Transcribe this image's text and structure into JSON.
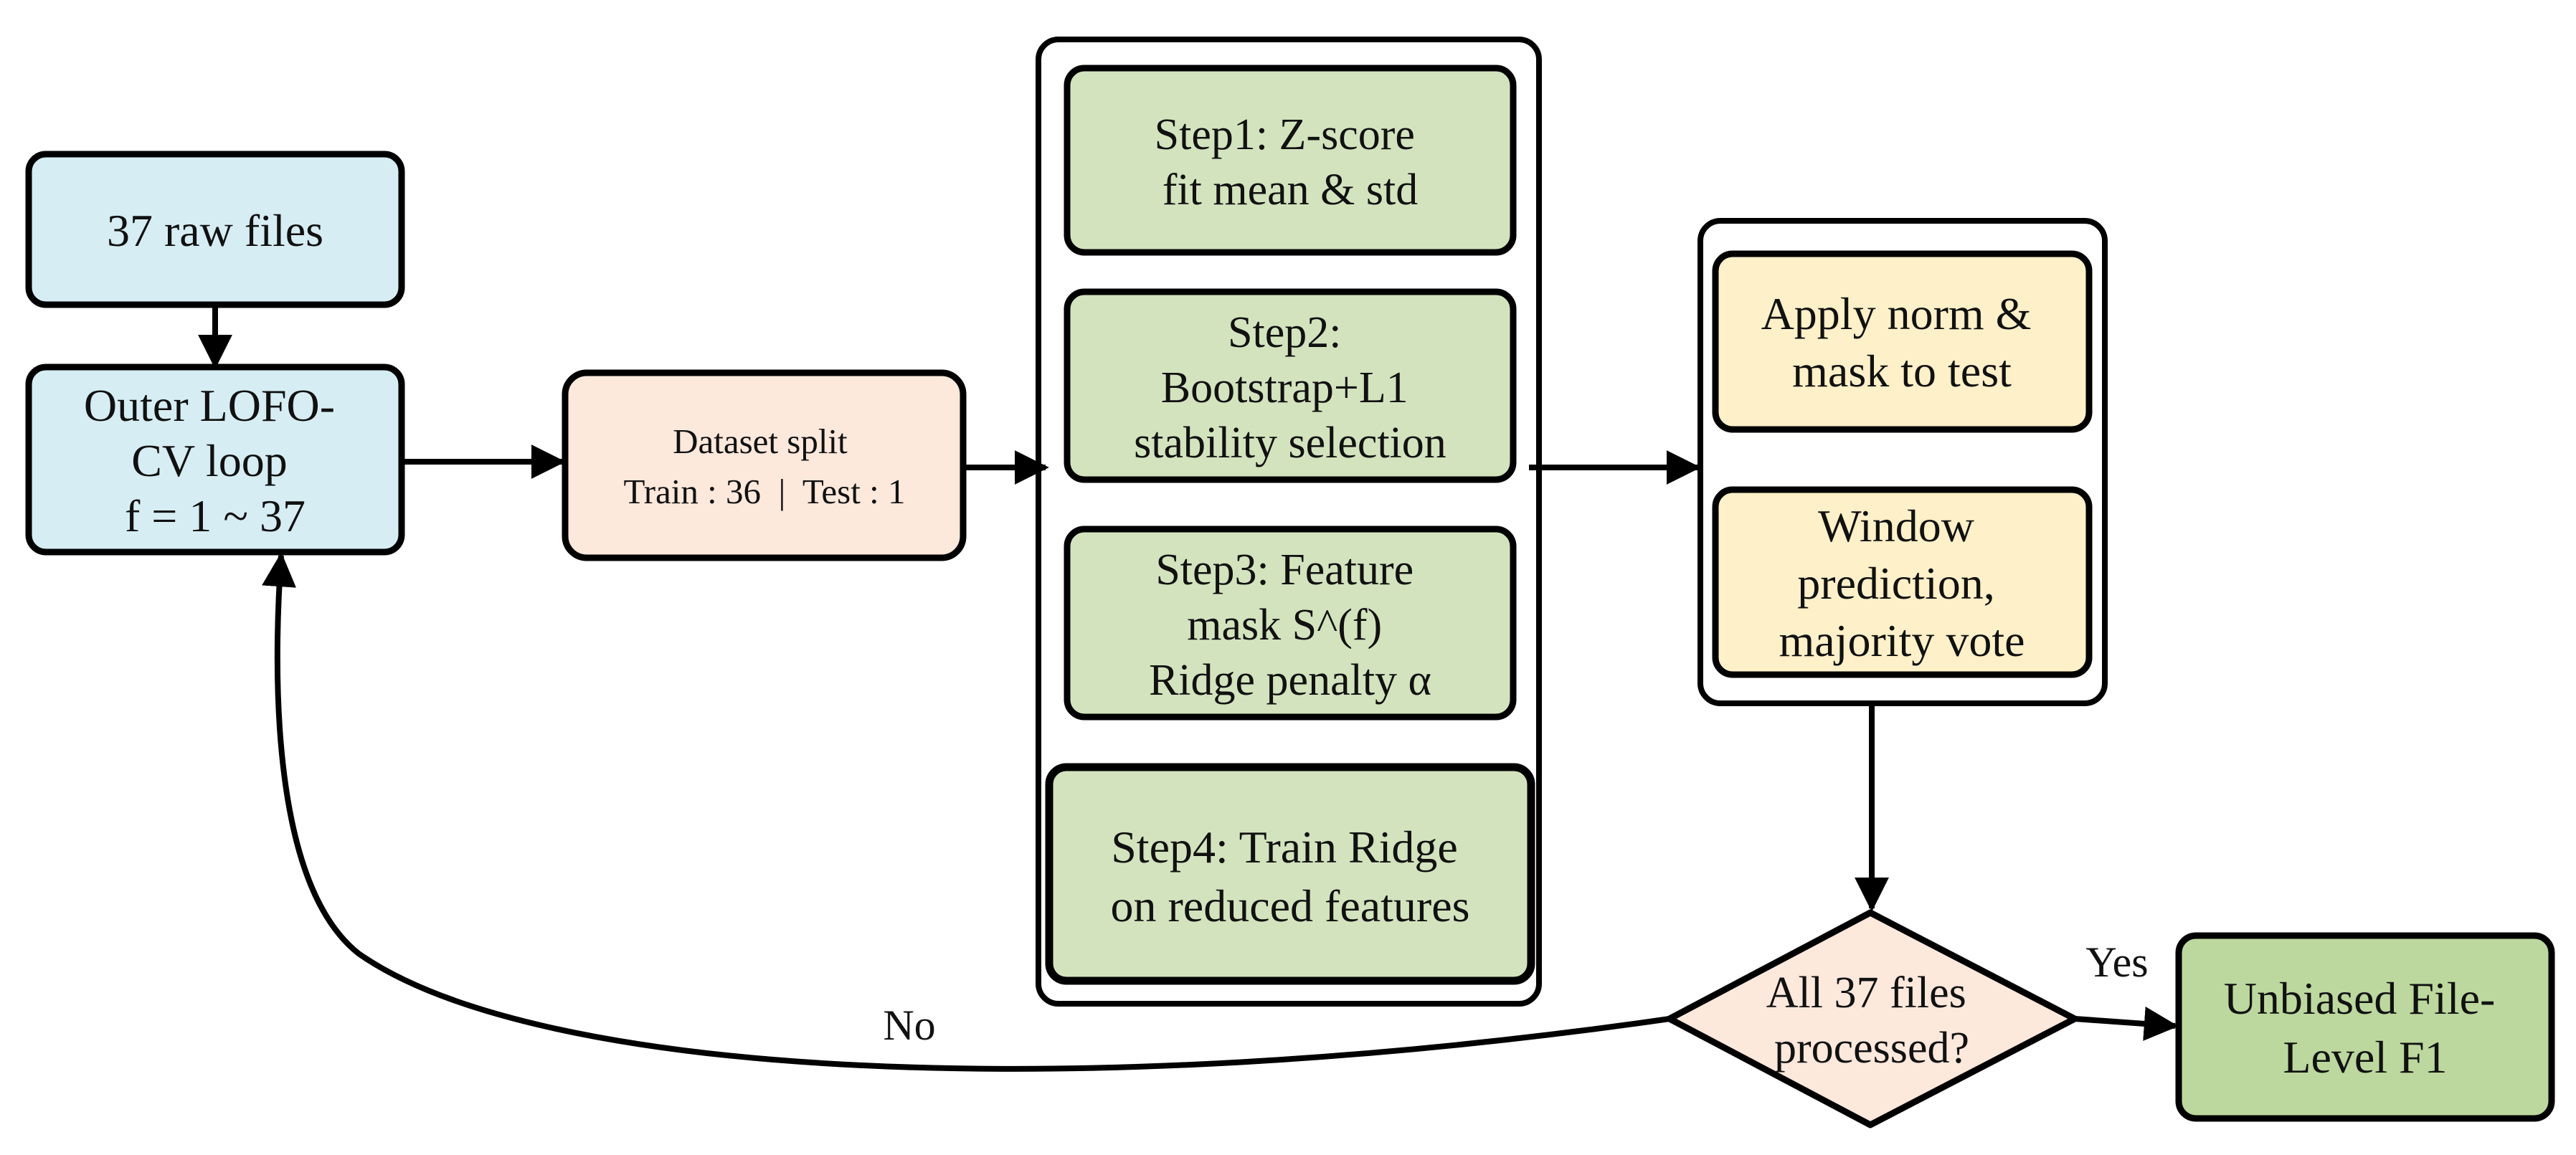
{
  "colors": {
    "blue": "#d6edf3",
    "peach": "#fde8dc",
    "green": "#d3e3be",
    "yellow": "#fef0c8",
    "final_green": "#bcd89e",
    "stroke": "#000000",
    "text": "#111111"
  },
  "nodes": {
    "raw_files": {
      "lines": [
        "37 raw files"
      ]
    },
    "outer_loop": {
      "lines": [
        "Outer LOFO-",
        "CV loop",
        "f = 1 ~ 37"
      ]
    },
    "dataset_split": {
      "lines": [
        "Dataset split",
        "Train : 36  |  Test : 1"
      ]
    },
    "step1": {
      "lines": [
        "Step1: Z-score",
        "fit mean & std"
      ]
    },
    "step2": {
      "lines": [
        "Step2:",
        "Bootstrap+L1",
        "stability selection"
      ]
    },
    "step3": {
      "lines": [
        "Step3: Feature",
        "mask S^(f)",
        "Ridge penalty α"
      ]
    },
    "step4": {
      "lines": [
        "Step4: Train Ridge",
        "on reduced features"
      ]
    },
    "apply_norm": {
      "lines": [
        "Apply norm &",
        "mask to test"
      ]
    },
    "window_pred": {
      "lines": [
        "Window",
        "prediction,",
        "majority vote"
      ]
    },
    "decision": {
      "lines": [
        "All 37 files",
        "processed?"
      ]
    },
    "final_f1": {
      "lines": [
        "Unbiased File-",
        "Level F1"
      ]
    }
  },
  "edge_labels": {
    "yes": "Yes",
    "no": "No"
  }
}
